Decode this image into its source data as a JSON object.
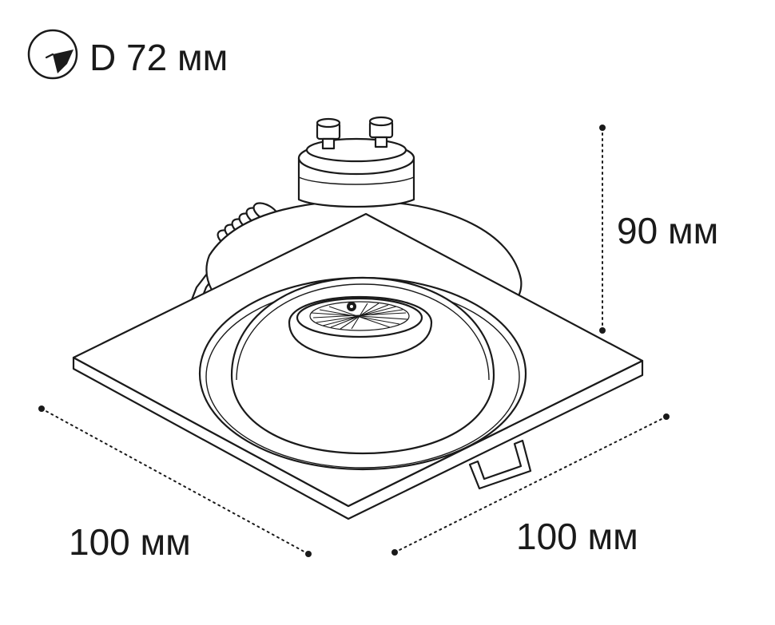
{
  "header": {
    "cutout_label": "D 72 мм"
  },
  "dimensions": {
    "height": "90 мм",
    "width_left": "100 мм",
    "width_right": "100 мм"
  },
  "icons": {
    "cutout": "hole-saw-icon"
  }
}
